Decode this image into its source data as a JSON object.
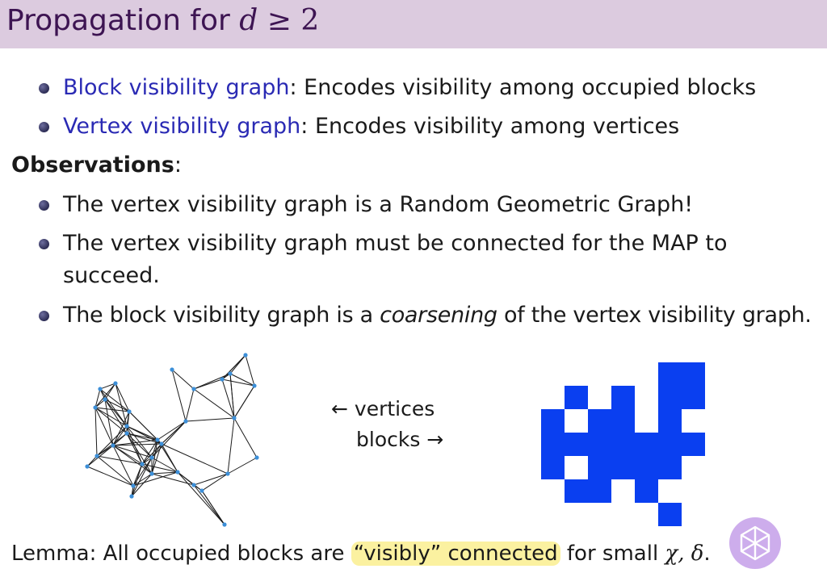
{
  "title": {
    "text": "Propagation for",
    "variable": "d",
    "operator": "≥ 2"
  },
  "bullets_top": [
    {
      "term": "Block visibility graph",
      "sep": ":",
      "text": " Encodes visibility among occupied blocks"
    },
    {
      "term": "Vertex visibility graph",
      "sep": ":",
      "text": " Encodes visibility among vertices"
    }
  ],
  "observations": {
    "label": "Observations",
    "sep": ":"
  },
  "bullets_obs": [
    {
      "text": "The vertex visibility graph is a Random Geometric Graph!"
    },
    {
      "line1": "The vertex visibility graph must be connected for the MAP to",
      "line2": "succeed."
    },
    {
      "pre": "The block visibility graph is a ",
      "emph": "coarsening",
      "post": " of the vertex visibility graph."
    }
  ],
  "figure_labels": {
    "left": "← vertices",
    "right": "blocks →"
  },
  "colors": {
    "title_bg": "#dccbdf",
    "title_text": "#3d1452",
    "link_blue": "#2a2ab4",
    "block_blue": "#0a3ff0",
    "vertex_blue": "#3c8fd8",
    "highlight": "#fbf1a0",
    "watermark": "#c9a6ea"
  },
  "lemma": {
    "pre": "Lemma: All occupied blocks are ",
    "highlight": "“visibly” connected",
    "post": " for small ",
    "math": "χ, δ",
    "end": "."
  },
  "watermark_icon": "logo-icon"
}
